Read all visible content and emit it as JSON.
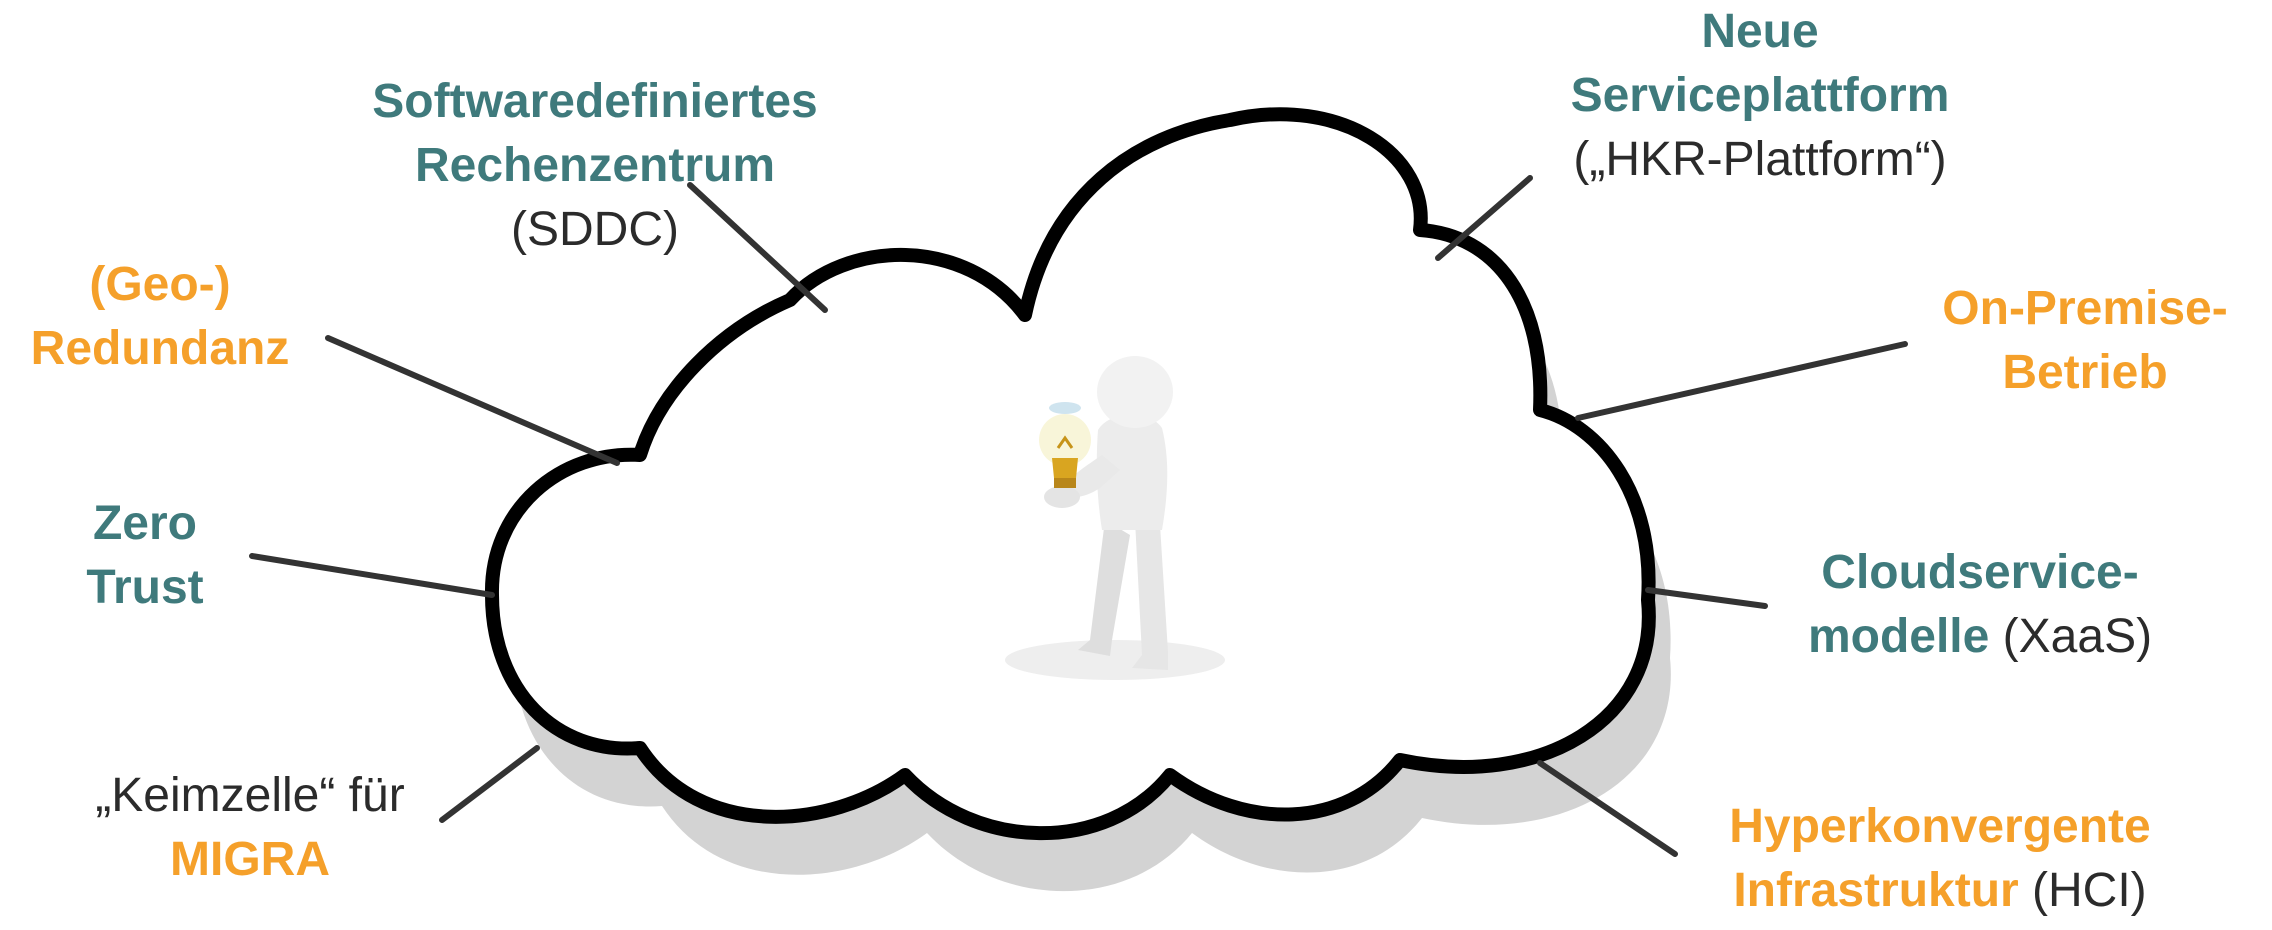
{
  "colors": {
    "teal": "#3f7a7c",
    "orange": "#f5a02a",
    "text": "#2b2b2b",
    "connector": "#333333",
    "cloud_outline": "#000000",
    "cloud_shadow": "#d3d3d3"
  },
  "figure": {
    "icon": "person-holding-lightbulb-icon"
  },
  "labels": {
    "sddc": {
      "line1": "Softwaredefiniertes",
      "line2": "Rechenzentrum",
      "line3": "(SDDC)"
    },
    "service_platform": {
      "line1": "Neue",
      "line2": "Serviceplattform",
      "line3": "(„HKR-Plattform“)"
    },
    "geo_redundancy": {
      "line1": "(Geo-)",
      "line2": "Redundanz"
    },
    "on_premise": {
      "line1": "On-Premise-",
      "line2": "Betrieb"
    },
    "zero_trust": {
      "line1": "Zero",
      "line2": "Trust"
    },
    "cloud_service_models": {
      "line1": "Cloudservice-",
      "line2": "modelle",
      "line2_suffix": "(XaaS)"
    },
    "migra": {
      "line1": "„Keimzelle“ für",
      "line2": "MIGRA"
    },
    "hci": {
      "line1": "Hyperkonvergente",
      "line2": "Infrastruktur",
      "line2_suffix": "(HCI)"
    }
  }
}
